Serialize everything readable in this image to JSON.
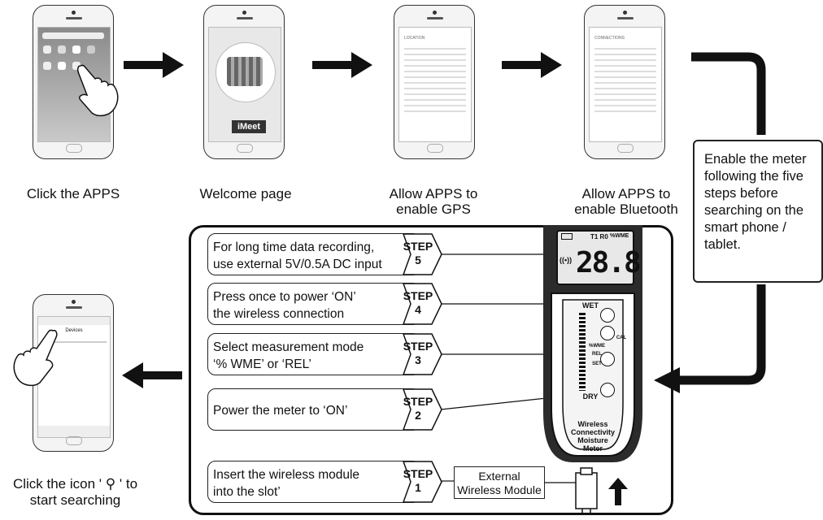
{
  "steps_top": [
    {
      "caption": "Click the APPS"
    },
    {
      "caption": "Welcome page",
      "brand": "iMeet"
    },
    {
      "caption": "Allow APPS to enable GPS",
      "screen_title": "LOCATION"
    },
    {
      "caption": "Allow APPS to enable Bluetooth",
      "screen_title": "CONNECTIONS"
    }
  ],
  "side_note": "Enable the meter following the five steps before searching on the smart phone / tablet.",
  "bottom_phone": {
    "caption_line1": "Click the icon ' ⚲ ' to",
    "caption_line2": "start searching",
    "screen_title": "Devices"
  },
  "meter_steps": [
    {
      "text_line1": "For long time data recording,",
      "text_line2": "use external 5V/0.5A  DC input",
      "badge_word": "STEP",
      "badge_num": "5"
    },
    {
      "text_line1": "Press once to power ‘ON’",
      "text_line2": "the wireless connection",
      "badge_word": "STEP",
      "badge_num": "4"
    },
    {
      "text_line1": "Select measurement mode",
      "text_line2": "‘% WME’ or ‘REL’",
      "badge_word": "STEP",
      "badge_num": "3"
    },
    {
      "text_line1": "Power the meter to ‘ON’",
      "text_line2": "",
      "badge_word": "STEP",
      "badge_num": "2"
    },
    {
      "text_line1": "Insert the wireless module",
      "text_line2": "into the slot’",
      "badge_word": "STEP",
      "badge_num": "1"
    }
  ],
  "external_module": {
    "line1": "External",
    "line2": "Wireless Module"
  },
  "meter": {
    "display_reading": "28.8",
    "display_unit": "%WME",
    "display_mode": "T1 R0",
    "label_wet": "WET",
    "label_dry": "DRY",
    "label_cal": "CAL",
    "label_rel": "%WME REL",
    "label_set": "SET",
    "name_line1": "Wireless",
    "name_line2": "Connectivity",
    "name_line3": "Moisture",
    "name_line4": "Meter"
  }
}
